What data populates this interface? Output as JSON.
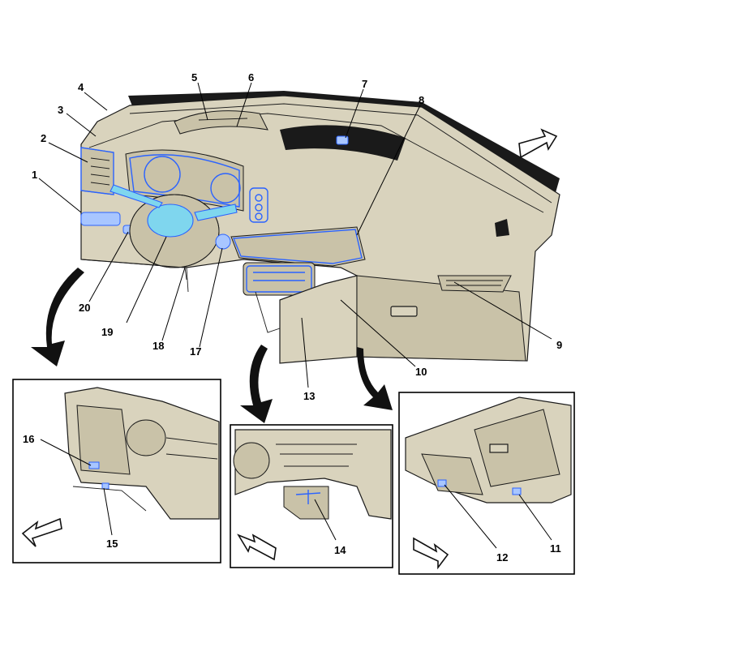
{
  "callouts": {
    "c1": "1",
    "c2": "2",
    "c3": "3",
    "c4": "4",
    "c5": "5",
    "c6": "6",
    "c7": "7",
    "c8": "8",
    "c9": "9",
    "c10": "10",
    "c11": "11",
    "c12": "12",
    "c13": "13",
    "c14": "14",
    "c15": "15",
    "c16": "16",
    "c17": "17",
    "c18": "18",
    "c19": "19",
    "c20": "20"
  },
  "colors": {
    "highlight_stroke": "#2b63ff",
    "highlight_fill": "#7fd6ee",
    "dashboard_fill": "#d9d3bd",
    "outline": "#1a1a1a"
  },
  "icons": {
    "orientation_arrow": "direction-arrow-icon",
    "view_arrow": "curved-view-arrow-icon"
  }
}
